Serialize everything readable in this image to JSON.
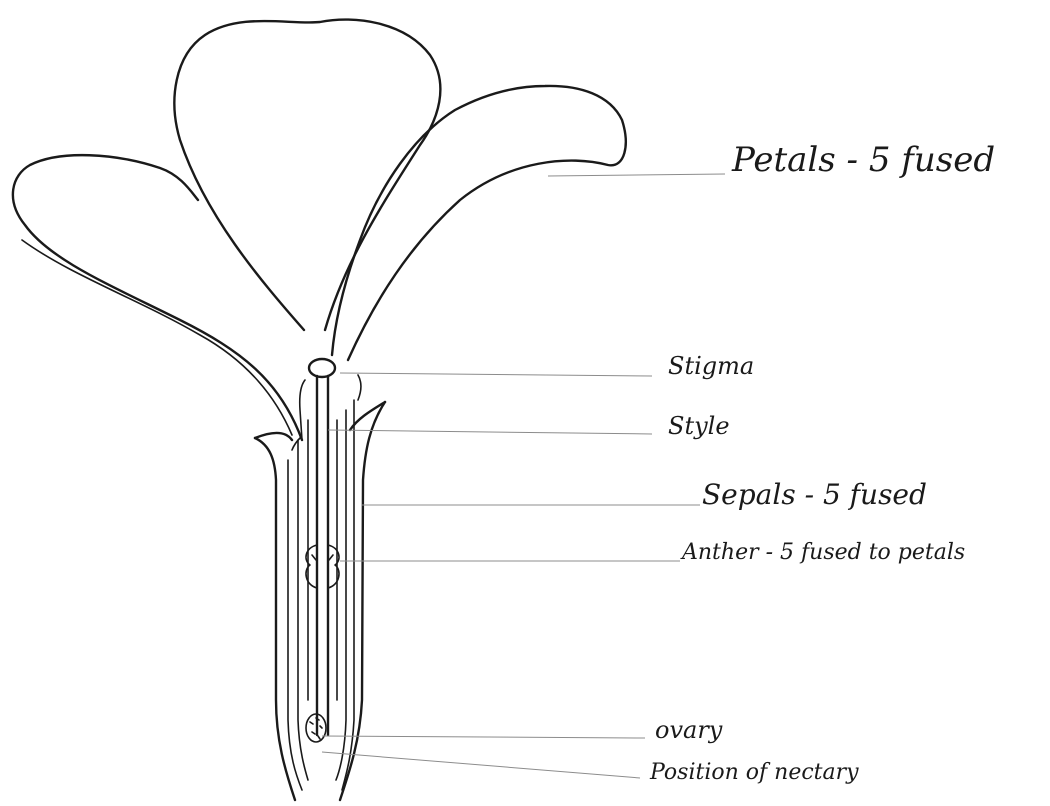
{
  "labels": {
    "petals": "Petals - 5 fused",
    "stigma": "Stigma",
    "style": "Style",
    "sepals": "Sepals - 5 fused",
    "anther": "Anther - 5 fused to petals",
    "ovary": "ovary",
    "nectary": "Position of nectary"
  }
}
